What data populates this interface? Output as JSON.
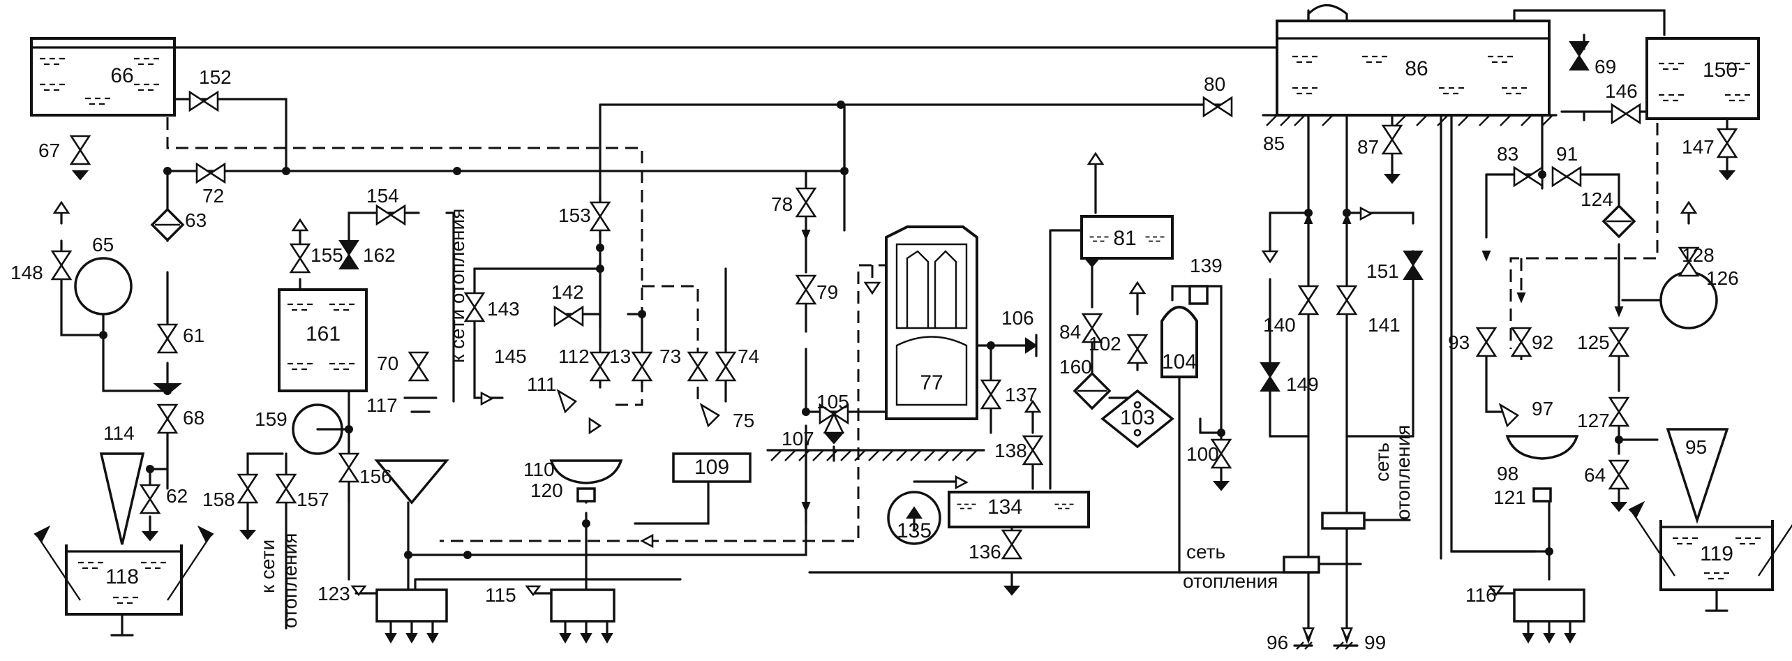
{
  "labels": {
    "l66": "66",
    "l152": "152",
    "l67": "67",
    "l72": "72",
    "l63": "63",
    "l65": "65",
    "l148": "148",
    "l61": "61",
    "l68": "68",
    "l114": "114",
    "l62": "62",
    "l118": "118",
    "l154": "154",
    "l155": "155",
    "l162": "162",
    "l161": "161",
    "l70": "70",
    "l117": "117",
    "l159": "159",
    "l158": "158",
    "l157": "157",
    "l156": "156",
    "l123": "123",
    "l153": "153",
    "l143": "143",
    "l142": "142",
    "l145": "145",
    "l112": "112",
    "l13": "13",
    "l111": "111",
    "l73": "73",
    "l74": "74",
    "l75": "75",
    "l110": "110",
    "l120": "120",
    "l109": "109",
    "l115": "115",
    "l78": "78",
    "l79": "79",
    "l105": "105",
    "l107": "107",
    "l77": "77",
    "l106": "106",
    "l137": "137",
    "l138": "138",
    "l134": "134",
    "l135": "135",
    "l136": "136",
    "l81": "81",
    "l84": "84",
    "l102": "102",
    "l139": "139",
    "l104": "104",
    "l160": "160",
    "l103": "103",
    "l100": "100",
    "l80": "80",
    "l86": "86",
    "l85": "85",
    "l87": "87",
    "l69": "69",
    "l150": "150",
    "l146": "146",
    "l147": "147",
    "l140": "140",
    "l141": "141",
    "l151": "151",
    "l149": "149",
    "l96": "96",
    "l99": "99",
    "l83": "83",
    "l91": "91",
    "l124": "124",
    "l128": "128",
    "l126": "126",
    "l93": "93",
    "l92": "92",
    "l125": "125",
    "l97": "97",
    "l127": "127",
    "l95": "95",
    "l98": "98",
    "l121": "121",
    "l64": "64",
    "l119": "119",
    "l116": "116"
  },
  "texts": {
    "heating_net_1": "к сети отопления",
    "heating_net_2_line1": "к сети",
    "heating_net_2_line2": "отопления",
    "heating_net_3_line1": "сеть",
    "heating_net_3_line2": "отопления",
    "heating_net_4_line1": "сеть",
    "heating_net_4_line2": "отопления"
  }
}
